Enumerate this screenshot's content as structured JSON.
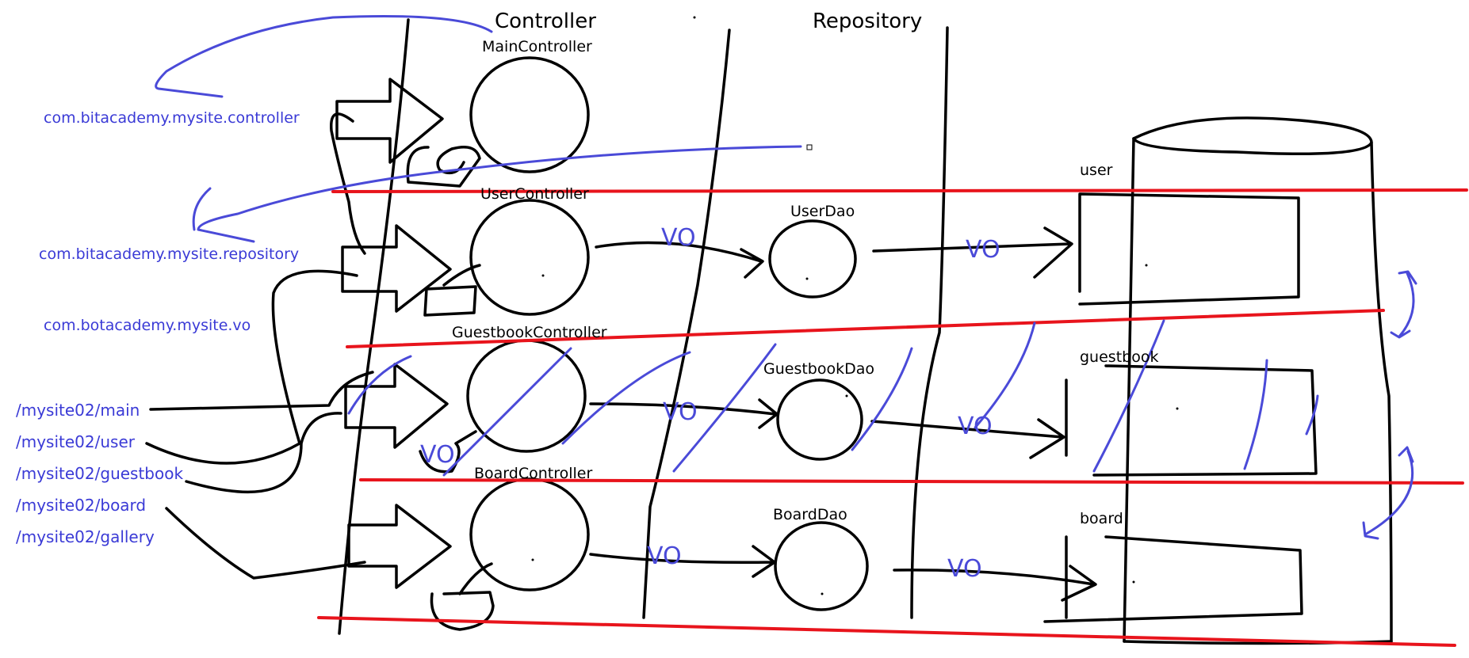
{
  "headings": {
    "controller": "Controller",
    "repository": "Repository"
  },
  "packages": [
    "com.bitacademy.mysite.controller",
    "com.bitacademy.mysite.repository",
    "com.botacademy.mysite.vo"
  ],
  "urls": [
    "/mysite02/main",
    "/mysite02/user",
    "/mysite02/guestbook",
    "/mysite02/board",
    "/mysite02/gallery"
  ],
  "controllers": [
    "MainController",
    "UserController",
    "GuestbookController",
    "BoardController"
  ],
  "daos": [
    "UserDao",
    "GuestbookDao",
    "BoardDao"
  ],
  "tables": [
    "user",
    "guestbook",
    "board"
  ],
  "vo_mark": "VO",
  "colors": {
    "ink": "#000000",
    "annotation_blue": "#4a4ad8",
    "divider_red": "#e8141c"
  }
}
